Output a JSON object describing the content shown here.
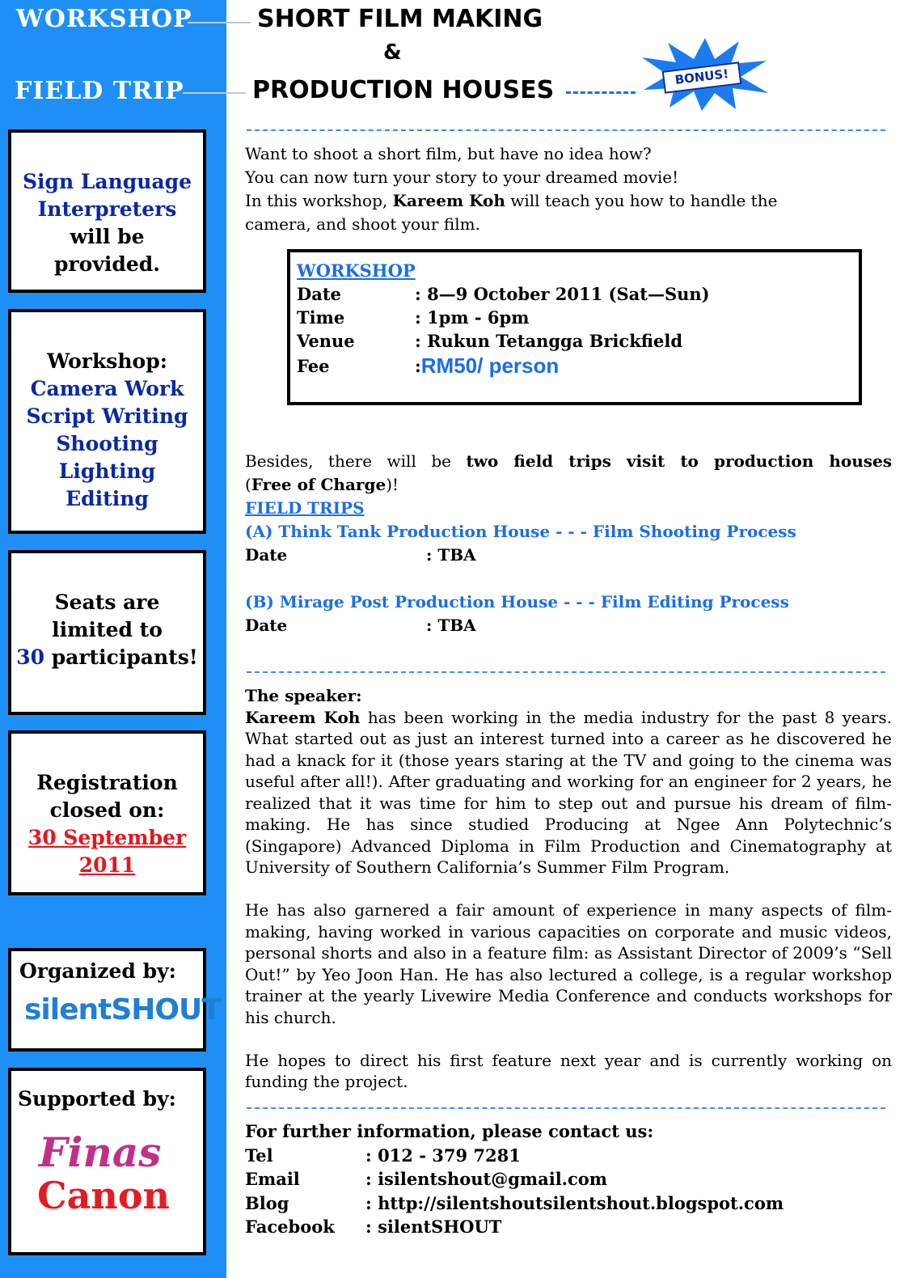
{
  "header": {
    "workshop_label": "WORKSHOP",
    "fieldtrip_label": "FIELD TRIP",
    "title_line1": "SHORT FILM MAKING",
    "title_amp": "&",
    "title_line2": "PRODUCTION HOUSES",
    "bonus": "BONUS!"
  },
  "sidebar": {
    "box1": {
      "line1": "Sign Language",
      "line2": "Interpreters",
      "line3": "will be",
      "line4": "provided."
    },
    "box2": {
      "heading": "Workshop:",
      "items": [
        "Camera Work",
        "Script Writing",
        "Shooting",
        "Lighting",
        "Editing"
      ]
    },
    "box3": {
      "line1": "Seats are",
      "line2": "limited to",
      "count": "30",
      "line3_rest": " participants!"
    },
    "box4": {
      "line1": "Registration",
      "line2": "closed on:",
      "date1": "30 September",
      "date2": "2011"
    },
    "organized": {
      "label": "Organized by:",
      "logo_text": "silentSHOUT"
    },
    "supported": {
      "label": "Supported by:",
      "logo1": "Finas",
      "logo2": "Canon"
    }
  },
  "intro": {
    "line1": "Want to shoot a short film, but have no idea how?",
    "line2": "You can now turn your story to  your dreamed movie!",
    "line3_pre": "In this workshop, ",
    "line3_name": "Kareem Koh",
    "line3_post": " will teach you how to handle the",
    "line4": "camera, and shoot your film."
  },
  "workshop": {
    "title": "WORKSHOP",
    "rows": [
      {
        "k": "Date",
        "v": ": 8—9  October 2011 (Sat—Sun)"
      },
      {
        "k": "Time",
        "v": ": 1pm - 6pm"
      },
      {
        "k": "Venue",
        "v": ": Rukun Tetangga Brickfield"
      }
    ],
    "fee_label": "Fee",
    "fee_colon": ":",
    "fee_value": "RM50/ person"
  },
  "fieldtrips": {
    "besides_pre": "Besides, there will be ",
    "besides_bold": "two field trips visit to production houses",
    "besides_paren_open": "(",
    "besides_free": "Free of Charge",
    "besides_end": ")!",
    "title": "FIELD TRIPS",
    "trip_a": "(A) Think Tank Production House - - - Film Shooting Process",
    "trip_b": "(B) Mirage Post Production House - - - Film Editing Process",
    "date_label": "Date",
    "date_value": ": TBA"
  },
  "speaker": {
    "heading": "The speaker:",
    "name": "Kareem Koh",
    "p1_rest": " has been working in the media industry for the past 8 years. What started out as just an interest turned into a career as he discovered he had a knack for it (those years staring at the TV and going to the cinema was useful after all!). After graduating and working for an engineer for 2 years, he realized that it was time for him to step out and pursue his dream of film-making. He has since studied Producing at Ngee Ann Polytechnic’s (Singapore) Advanced Diploma in Film Production and Cinematography at University of Southern California’s Summer Film Program.",
    "p2": "He has also garnered a fair amount of experience in many aspects of film-making, having worked in various capacities on corporate and music videos, personal shorts and also in a feature film: as Assistant Director of 2009’s “Sell Out!” by Yeo Joon Han. He has also lectured a college, is a regular workshop trainer at the yearly Livewire Media Conference and conducts workshops for his church.",
    "p3": "He hopes to direct his first feature next year and is currently working on funding the project."
  },
  "contact": {
    "heading": "For further information, please contact us:",
    "rows": [
      {
        "k": "Tel",
        "v": ": 012 - 379 7281"
      },
      {
        "k": "Email",
        "v": ": isilentshout@gmail.com"
      },
      {
        "k": "Blog",
        "v": ": http://silentshoutsilentshout.blogspot.com"
      },
      {
        "k": "Facebook",
        "v": ": silentSHOUT"
      }
    ]
  },
  "colors": {
    "sidebar": "#1e90f5",
    "link": "#1a6ee8",
    "dark_blue": "#0a27a4",
    "red": "#e8141b"
  }
}
